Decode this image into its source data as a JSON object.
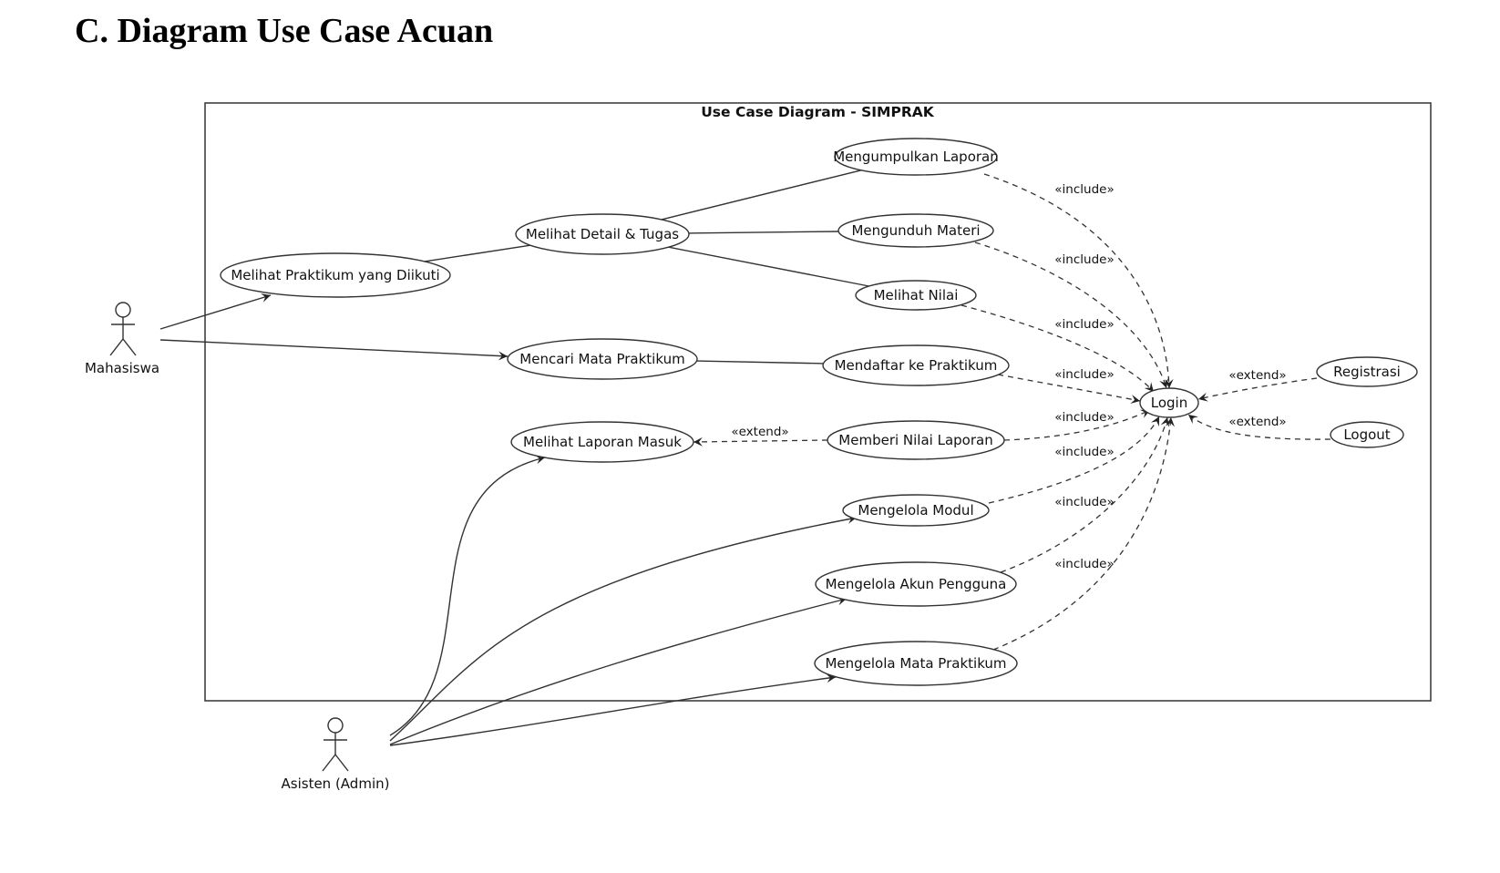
{
  "heading": "C. Diagram Use Case Acuan",
  "system": {
    "title": "Use Case Diagram - SIMPRAK"
  },
  "actors": [
    {
      "id": "mahasiswa",
      "name": "Mahasiswa"
    },
    {
      "id": "asisten",
      "name": "Asisten (Admin)"
    }
  ],
  "use_cases": [
    {
      "id": "kumpul",
      "label": "Mengumpulkan Laporan"
    },
    {
      "id": "detail",
      "label": "Melihat Detail & Tugas"
    },
    {
      "id": "unduh",
      "label": "Mengunduh Materi"
    },
    {
      "id": "praktikum",
      "label": "Melihat Praktikum yang Diikuti"
    },
    {
      "id": "nilai",
      "label": "Melihat Nilai"
    },
    {
      "id": "cari",
      "label": "Mencari Mata Praktikum"
    },
    {
      "id": "daftar",
      "label": "Mendaftar ke Praktikum"
    },
    {
      "id": "login",
      "label": "Login"
    },
    {
      "id": "registrasi",
      "label": "Registrasi"
    },
    {
      "id": "logout",
      "label": "Logout"
    },
    {
      "id": "laporan",
      "label": "Melihat Laporan Masuk"
    },
    {
      "id": "beri",
      "label": "Memberi Nilai Laporan"
    },
    {
      "id": "modul",
      "label": "Mengelola Modul"
    },
    {
      "id": "akun",
      "label": "Mengelola Akun Pengguna"
    },
    {
      "id": "matkul",
      "label": "Mengelola Mata Praktikum"
    }
  ],
  "associations": [
    {
      "from": "mahasiswa",
      "to": "praktikum",
      "arrow": true
    },
    {
      "from": "mahasiswa",
      "to": "cari",
      "arrow": true
    },
    {
      "from": "praktikum",
      "to": "detail",
      "arrow": false
    },
    {
      "from": "detail",
      "to": "kumpul",
      "arrow": false
    },
    {
      "from": "detail",
      "to": "unduh",
      "arrow": false
    },
    {
      "from": "detail",
      "to": "nilai",
      "arrow": false
    },
    {
      "from": "cari",
      "to": "daftar",
      "arrow": false
    },
    {
      "from": "asisten",
      "to": "laporan",
      "arrow": true
    },
    {
      "from": "asisten",
      "to": "modul",
      "arrow": true
    },
    {
      "from": "asisten",
      "to": "akun",
      "arrow": true
    },
    {
      "from": "asisten",
      "to": "matkul",
      "arrow": true
    }
  ],
  "dependencies": [
    {
      "from": "kumpul",
      "to": "login",
      "stereotype": "«include»"
    },
    {
      "from": "unduh",
      "to": "login",
      "stereotype": "«include»"
    },
    {
      "from": "nilai",
      "to": "login",
      "stereotype": "«include»"
    },
    {
      "from": "daftar",
      "to": "login",
      "stereotype": "«include»"
    },
    {
      "from": "beri",
      "to": "login",
      "stereotype": "«include»"
    },
    {
      "from": "modul",
      "to": "login",
      "stereotype": "«include»"
    },
    {
      "from": "akun",
      "to": "login",
      "stereotype": "«include»"
    },
    {
      "from": "matkul",
      "to": "login",
      "stereotype": "«include»"
    },
    {
      "from": "registrasi",
      "to": "login",
      "stereotype": "«extend»"
    },
    {
      "from": "logout",
      "to": "login",
      "stereotype": "«extend»"
    },
    {
      "from": "beri",
      "to": "laporan",
      "stereotype": "«extend»"
    }
  ]
}
